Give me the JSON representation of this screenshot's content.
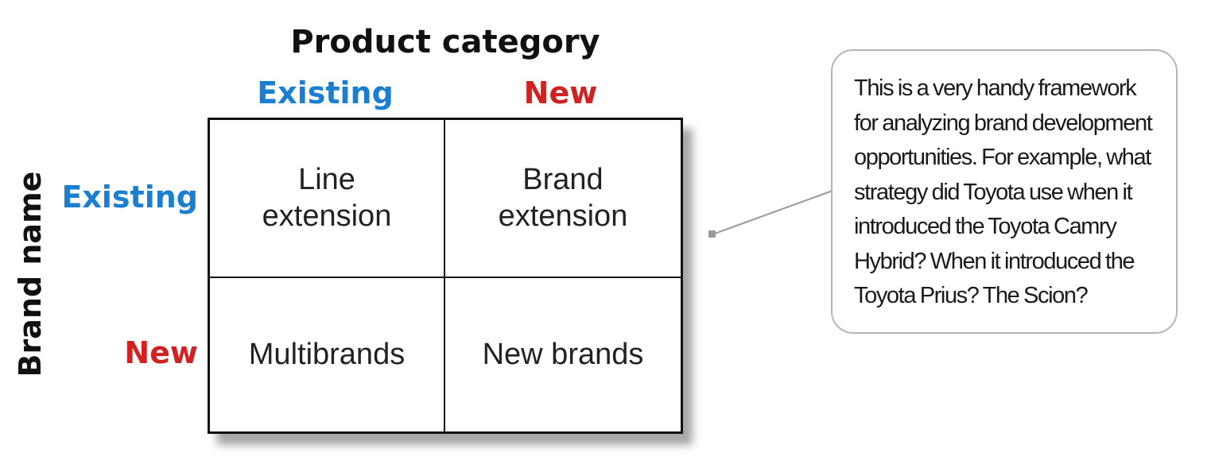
{
  "colors": {
    "existing": "#1a7fd0",
    "new": "#d12222",
    "text": "#111111",
    "callout_border": "#b5b5b5"
  },
  "product_axis": {
    "title": "Product category",
    "columns": [
      "Existing",
      "New"
    ]
  },
  "brand_axis": {
    "title": "Brand name",
    "rows": [
      "Existing",
      "New"
    ]
  },
  "matrix": {
    "cells": [
      [
        "Line\nextension",
        "Brand\nextension"
      ],
      [
        "Multibrands",
        "New brands"
      ]
    ]
  },
  "callout": {
    "text": "This is a very handy framework for analyzing brand development opportunities. For example, what strategy did Toyota use when it introduced the Toyota Camry Hybrid? When it introduced the Toyota Prius? The Scion?"
  }
}
